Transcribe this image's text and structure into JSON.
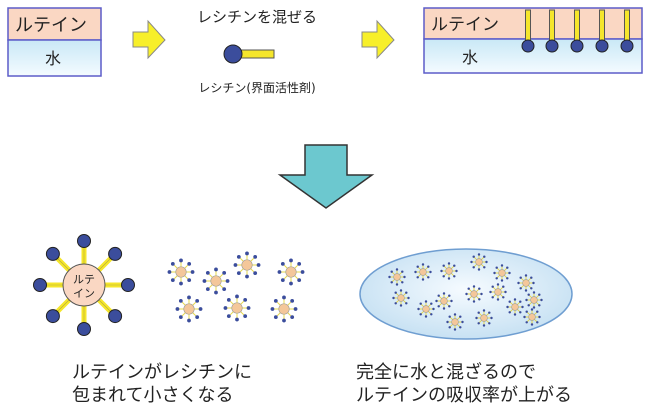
{
  "step1": {
    "top_label": "ルテイン",
    "bottom_label": "水"
  },
  "mix": {
    "title": "レシチンを混ぜる",
    "caption": "レシチン(界面活性剤)"
  },
  "step2": {
    "top_label": "ルテイン",
    "bottom_label": "水"
  },
  "micelle": {
    "label_line1": "ルテ",
    "label_line2": "イン"
  },
  "captions": {
    "left_line1": "ルテインがレシチンに",
    "left_line2": "包まれて小さくなる",
    "right_line1": "完全に水と混ざるので",
    "right_line2": "ルテインの吸収率が上がる"
  },
  "colors": {
    "lutein_fill": "#fad7c3",
    "water_fill": "#e4f3fb",
    "outline": "#5c5cc8",
    "arrow_yellow": "#f7ef2a",
    "arrow_cyan": "#6cc8cf",
    "lecithin_head": "#3b4d9c",
    "lecithin_tail": "#f5e62b",
    "particle_core": "#f4c79a",
    "droplet_fill": "#dcedf8"
  }
}
